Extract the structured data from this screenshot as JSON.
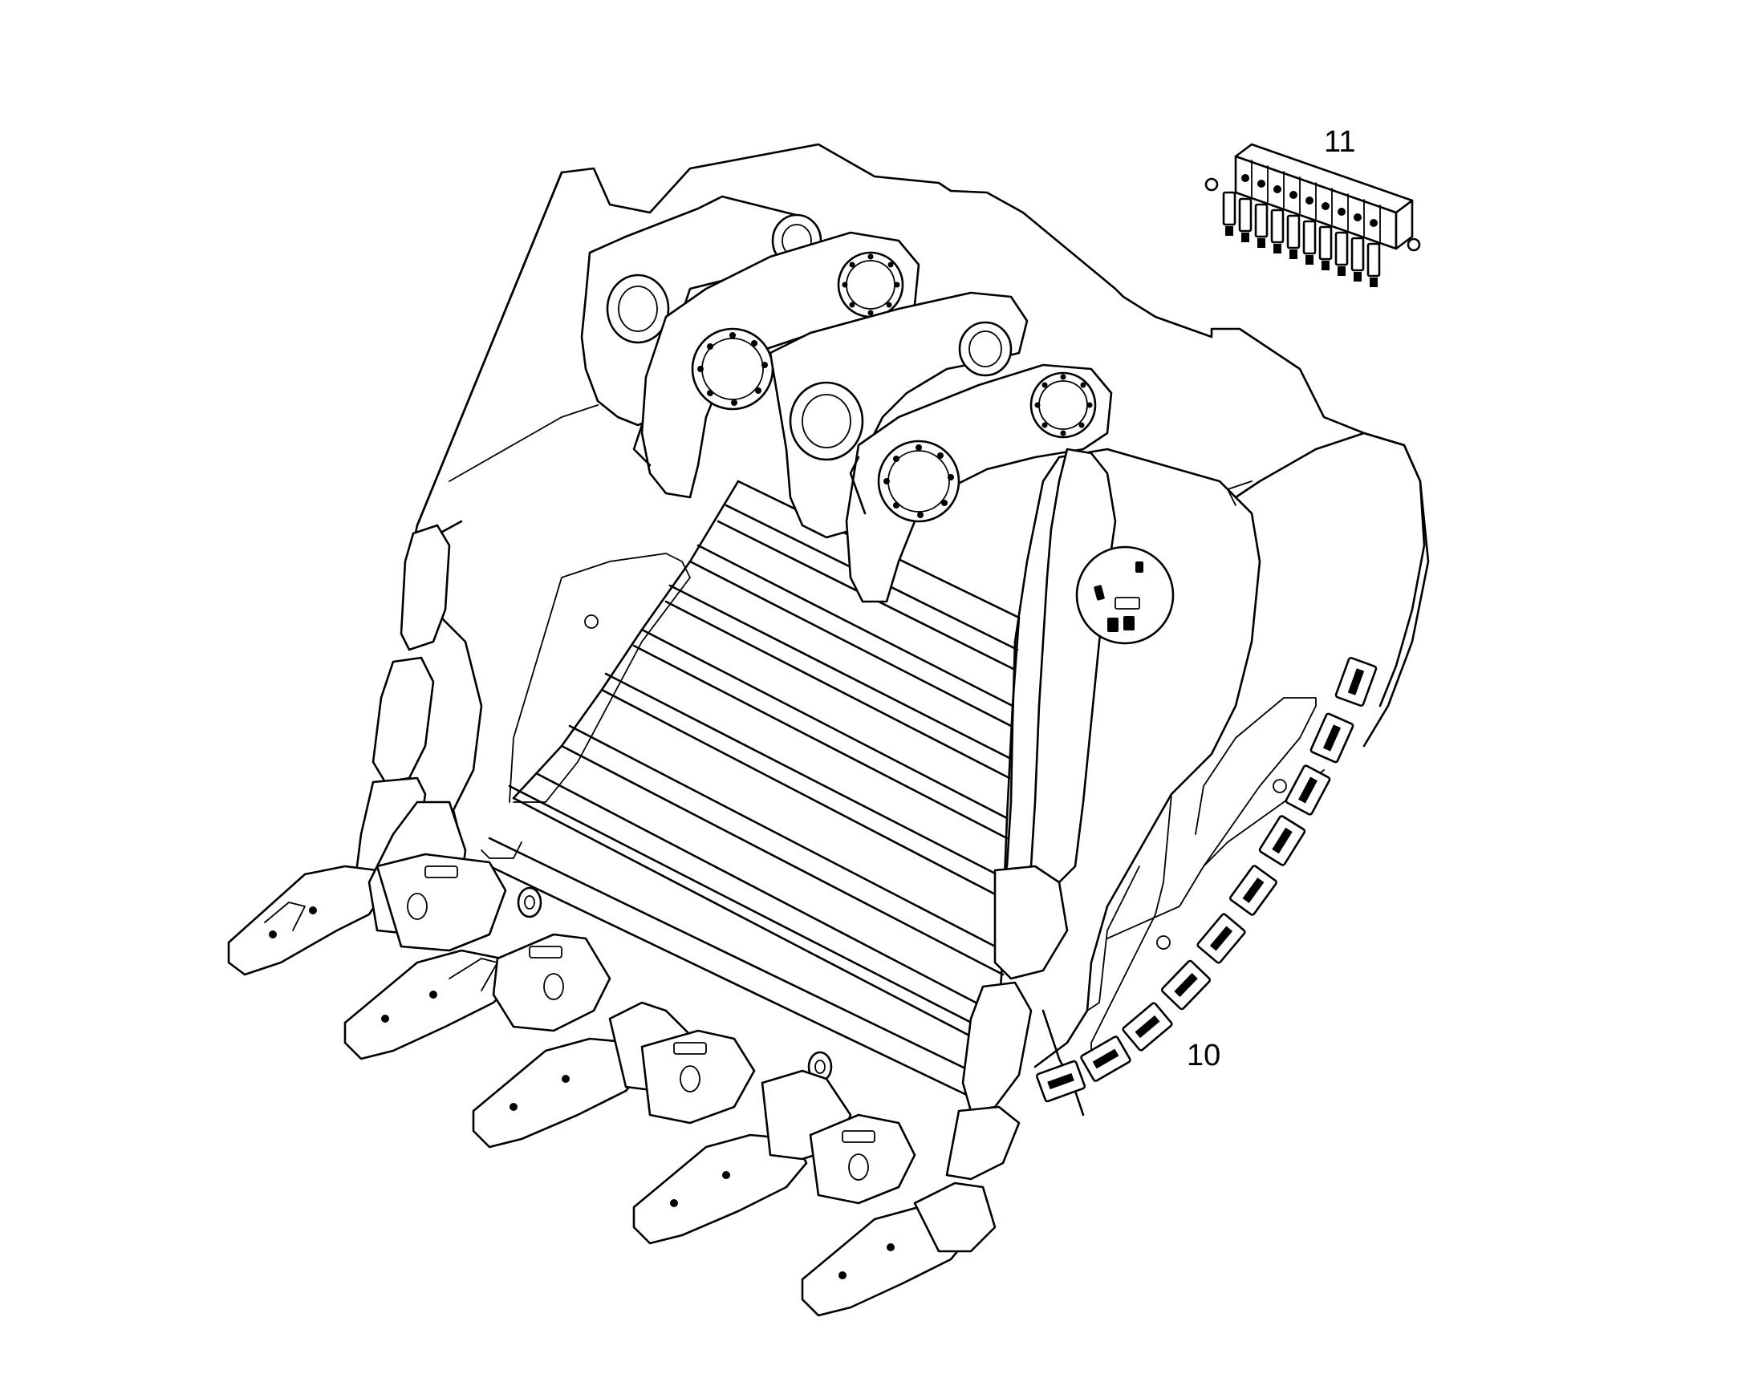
{
  "callouts": [
    {
      "id": "11",
      "text": "11"
    },
    {
      "id": "10",
      "text": "10"
    }
  ],
  "colors": {
    "line": "#000000",
    "background": "#ffffff"
  },
  "parts": {
    "main": "excavator-bucket",
    "detail": "wear-segment-strip",
    "teeth_count": 5,
    "side_wear_blocks": 10
  }
}
